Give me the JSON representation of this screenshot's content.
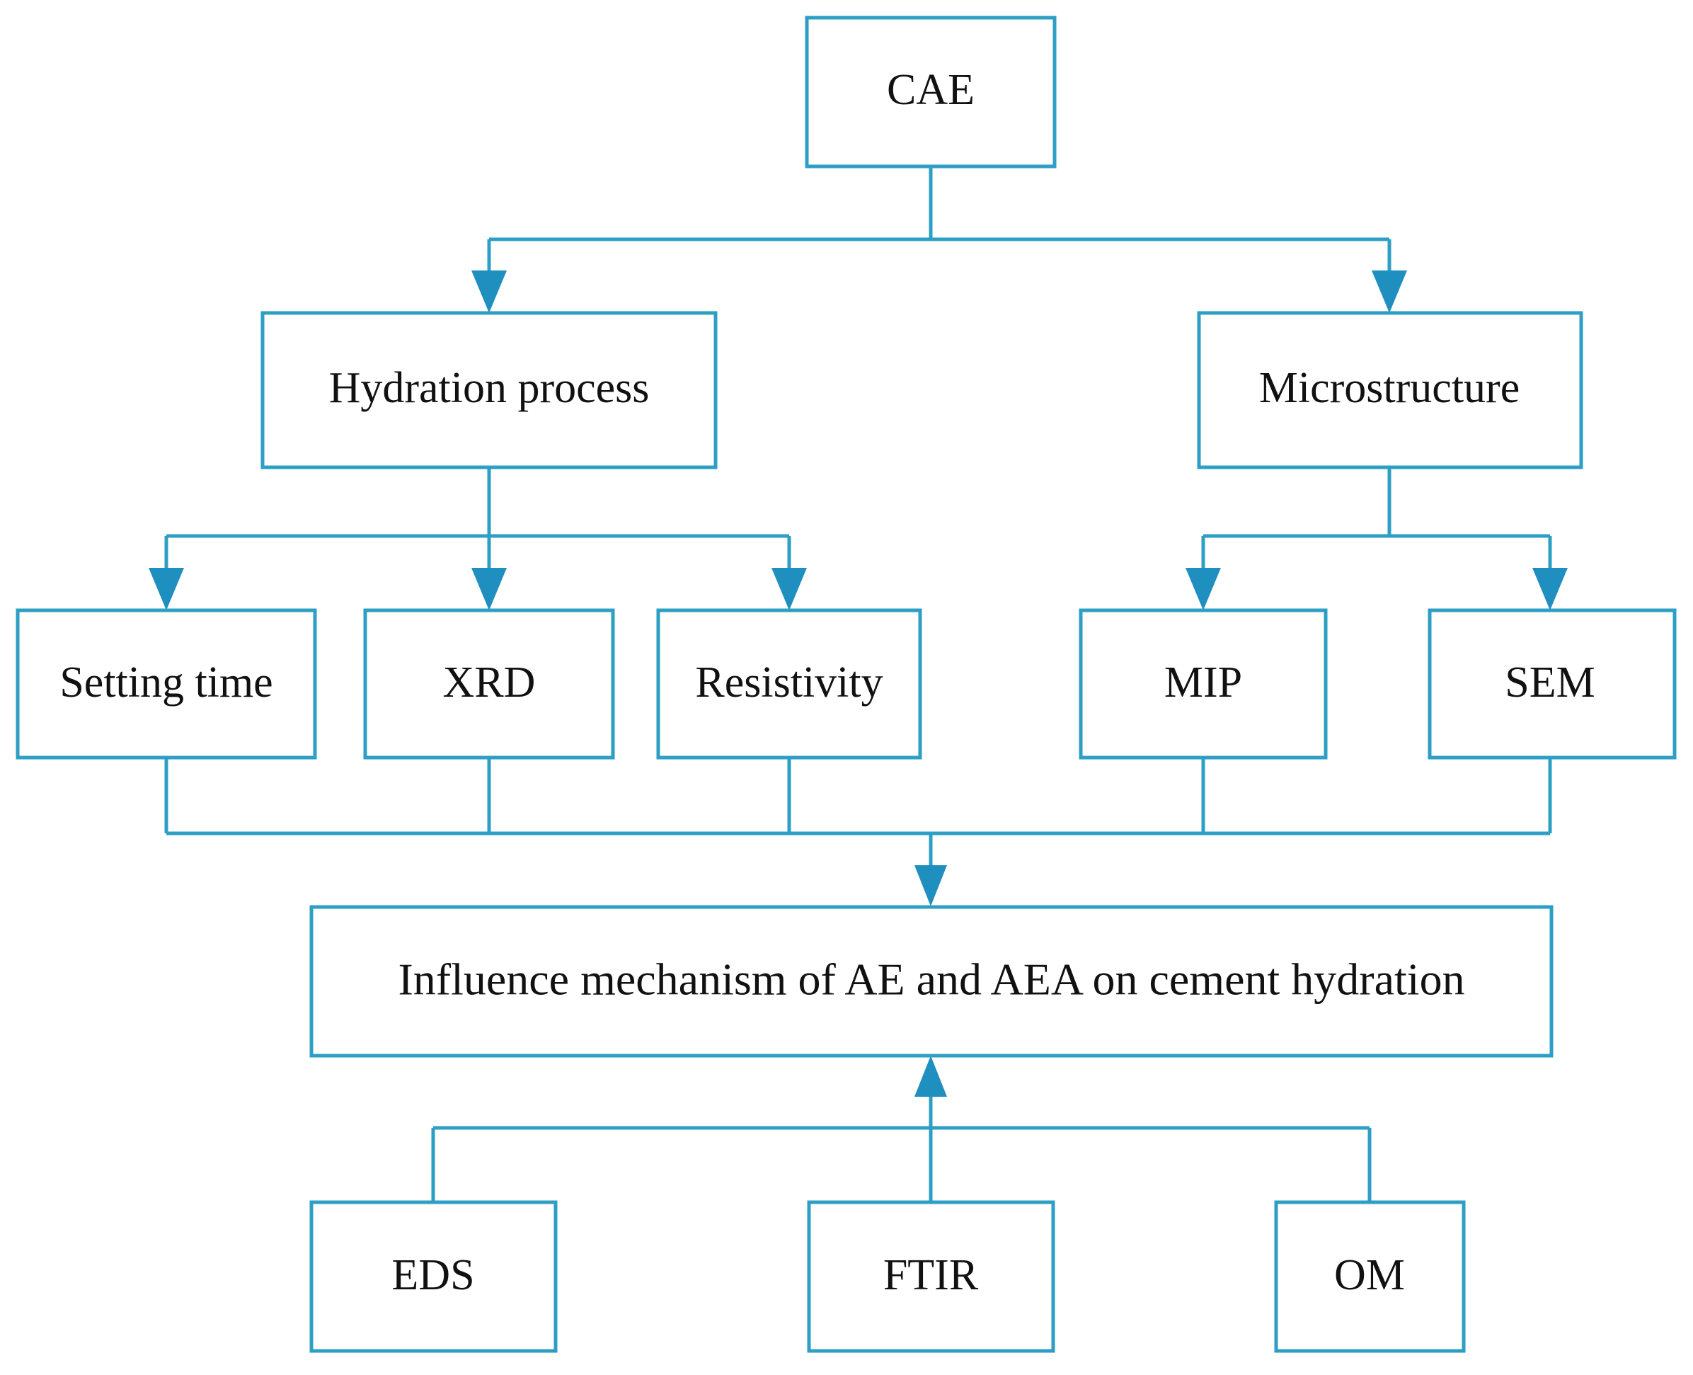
{
  "diagram": {
    "title": "Research framework flowchart",
    "colors": {
      "box_border": "#2e9fc4",
      "connector": "#2e9fc4",
      "arrow_fill": "#1f8fc0",
      "box_fill": "#ffffff",
      "text": "#111111",
      "background": "#ffffff"
    },
    "nodes": {
      "root": {
        "label": "CAE"
      },
      "branch_left": {
        "label": "Hydration process"
      },
      "branch_right": {
        "label": "Microstructure"
      },
      "leaf_setting_time": {
        "label": "Setting time"
      },
      "leaf_xrd": {
        "label": "XRD"
      },
      "leaf_resistivity": {
        "label": "Resistivity"
      },
      "leaf_mip": {
        "label": "MIP"
      },
      "leaf_sem": {
        "label": "SEM"
      },
      "conclusion": {
        "label": "Influence mechanism of AE and AEA on cement hydration"
      },
      "leaf_eds": {
        "label": "EDS"
      },
      "leaf_ftir": {
        "label": "FTIR"
      },
      "leaf_om": {
        "label": "OM"
      }
    },
    "edges": [
      {
        "from": "CAE",
        "to": "Hydration process"
      },
      {
        "from": "CAE",
        "to": "Microstructure"
      },
      {
        "from": "Hydration process",
        "to": "Setting time"
      },
      {
        "from": "Hydration process",
        "to": "XRD"
      },
      {
        "from": "Hydration process",
        "to": "Resistivity"
      },
      {
        "from": "Microstructure",
        "to": "MIP"
      },
      {
        "from": "Microstructure",
        "to": "SEM"
      },
      {
        "from": "Setting time",
        "to": "Influence mechanism of AE and AEA on cement hydration"
      },
      {
        "from": "XRD",
        "to": "Influence mechanism of AE and AEA on cement hydration"
      },
      {
        "from": "Resistivity",
        "to": "Influence mechanism of AE and AEA on cement hydration"
      },
      {
        "from": "MIP",
        "to": "Influence mechanism of AE and AEA on cement hydration"
      },
      {
        "from": "SEM",
        "to": "Influence mechanism of AE and AEA on cement hydration"
      },
      {
        "from": "EDS",
        "to": "Influence mechanism of AE and AEA on cement hydration"
      },
      {
        "from": "FTIR",
        "to": "Influence mechanism of AE and AEA on cement hydration"
      },
      {
        "from": "OM",
        "to": "Influence mechanism of AE and AEA on cement hydration"
      }
    ]
  }
}
